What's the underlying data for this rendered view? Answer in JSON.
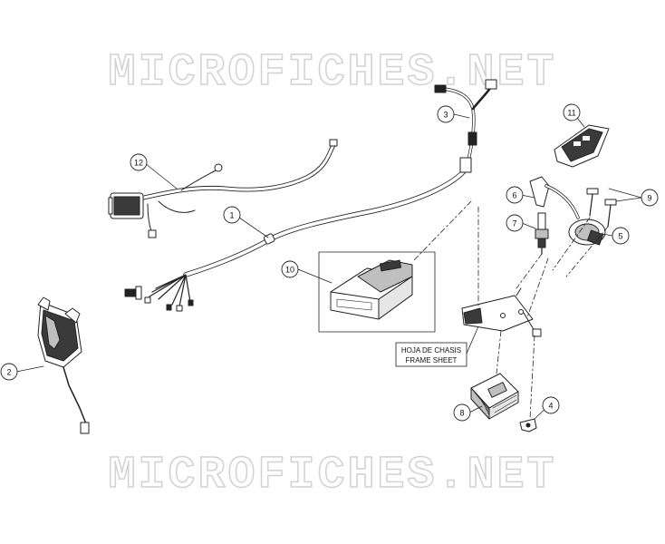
{
  "watermark": {
    "top_text": "MICROFICHES.NET",
    "bottom_text": "MICROFICHES.NET",
    "color": "#d2d2d2"
  },
  "frame_sheet_label": {
    "line1": "HOJA DE CHASIS",
    "line2": "FRAME SHEET"
  },
  "callouts": [
    "1",
    "2",
    "3",
    "4",
    "5",
    "6",
    "7",
    "8",
    "9",
    "10",
    "11",
    "12"
  ],
  "colors": {
    "line": "#222222",
    "part_fill": "#ffffff",
    "part_shade": "#bfbfbf",
    "dark_shade": "#3a3a3a"
  }
}
